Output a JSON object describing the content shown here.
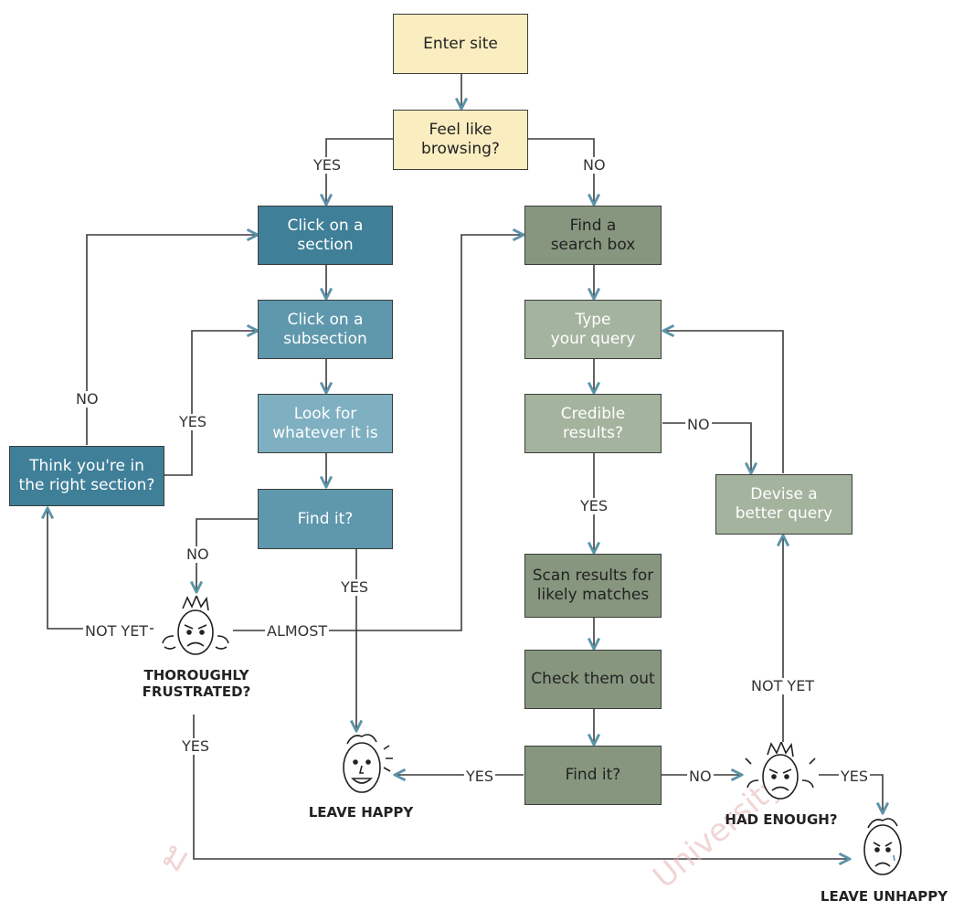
{
  "nodes": {
    "enter_site": "Enter site",
    "feel_like_browsing": "Feel like\nbrowsing?",
    "click_section": "Click on a\nsection",
    "click_subsection": "Click on a\nsubsection",
    "look_for": "Look for\nwhatever it is",
    "find_it_left": "Find it?",
    "think_right_section": "Think you're in\nthe right section?",
    "find_search_box": "Find a\nsearch box",
    "type_query": "Type\nyour query",
    "credible_results": "Credible\nresults?",
    "devise_query": "Devise a\nbetter query",
    "scan_results": "Scan results for\nlikely matches",
    "check_them_out": "Check them out",
    "find_it_right": "Find it?"
  },
  "edge_labels": {
    "yes_browse": "YES",
    "no_browse": "NO",
    "no_right_section": "NO",
    "yes_right_section": "YES",
    "no_find_left": "NO",
    "yes_find_left": "YES",
    "not_yet_left": "NOT YET",
    "almost": "ALMOST",
    "yes_frustrated": "YES",
    "no_credible": "NO",
    "yes_credible": "YES",
    "yes_find_right": "YES",
    "no_find_right": "NO",
    "yes_had_enough": "YES",
    "not_yet_right": "NOT YET"
  },
  "captions": {
    "frustrated": "THOROUGHLY\nFRUSTRATED?",
    "leave_happy": "LEAVE HAPPY",
    "had_enough": "HAD ENOUGH?",
    "leave_unhappy": "LEAVE UNHAPPY"
  },
  "colors": {
    "start": "#faedc0",
    "browse_path": "#3f7f98",
    "search_path": "#87977f",
    "arrow": "#5b93a8",
    "line": "#3c3c3c"
  },
  "watermark": "University"
}
